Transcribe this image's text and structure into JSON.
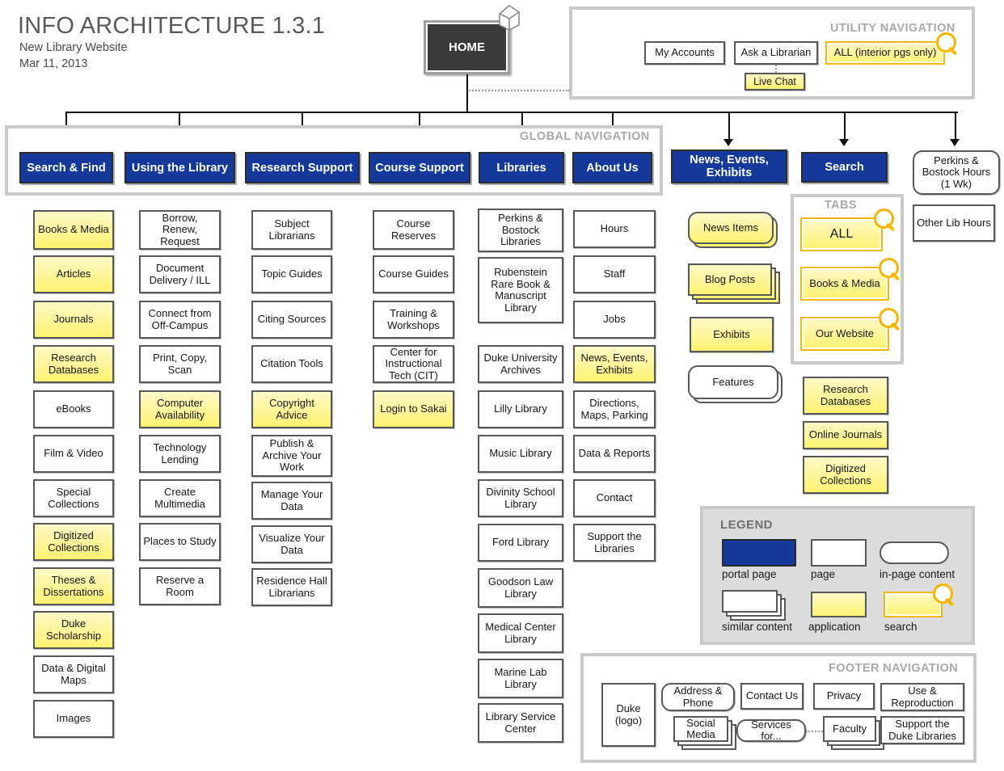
{
  "header": {
    "title": "INFO ARCHITECTURE 1.3.1",
    "subtitle_line1": "New Library Website",
    "subtitle_line2": "Mar 11, 2013",
    "home_label": "HOME",
    "home_icon": "house-icon"
  },
  "utility_navigation": {
    "label": "UTILITY NAVIGATION",
    "items": [
      {
        "label": "My Accounts",
        "type": "page"
      },
      {
        "label": "Ask a Librarian",
        "type": "page"
      },
      {
        "label": "ALL (interior pgs only)",
        "type": "search"
      }
    ],
    "child": {
      "label": "Live Chat",
      "type": "application"
    }
  },
  "global_navigation": {
    "label": "GLOBAL NAVIGATION",
    "items": [
      {
        "label": "Search & Find"
      },
      {
        "label": "Using the Library"
      },
      {
        "label": "Research Support"
      },
      {
        "label": "Course Support"
      },
      {
        "label": "Libraries"
      },
      {
        "label": "About Us"
      }
    ]
  },
  "outside_nav": [
    {
      "label": "News, Events, Exhibits",
      "type": "portal"
    },
    {
      "label": "Search",
      "type": "portal"
    },
    {
      "label": "Perkins & Bostock Hours (1 Wk)",
      "type": "in-page"
    },
    {
      "label": "Other Lib Hours",
      "type": "page"
    }
  ],
  "columns": {
    "search_and_find": [
      {
        "label": "Books & Media",
        "type": "application"
      },
      {
        "label": "Articles",
        "type": "application"
      },
      {
        "label": "Journals",
        "type": "application"
      },
      {
        "label": "Research Databases",
        "type": "application"
      },
      {
        "label": "eBooks",
        "type": "page"
      },
      {
        "label": "Film & Video",
        "type": "page"
      },
      {
        "label": "Special Collections",
        "type": "page"
      },
      {
        "label": "Digitized Collections",
        "type": "application"
      },
      {
        "label": "Theses & Dissertations",
        "type": "application"
      },
      {
        "label": "Duke Scholarship",
        "type": "application"
      },
      {
        "label": "Data & Digital Maps",
        "type": "page"
      },
      {
        "label": "Images",
        "type": "page"
      }
    ],
    "using_the_library": [
      {
        "label": "Borrow, Renew, Request",
        "type": "page"
      },
      {
        "label": "Document Delivery / ILL",
        "type": "page"
      },
      {
        "label": "Connect from Off-Campus",
        "type": "page"
      },
      {
        "label": "Print, Copy, Scan",
        "type": "page"
      },
      {
        "label": "Computer Availability",
        "type": "application"
      },
      {
        "label": "Technology Lending",
        "type": "page"
      },
      {
        "label": "Create Multimedia",
        "type": "page"
      },
      {
        "label": "Places to Study",
        "type": "page"
      },
      {
        "label": "Reserve a Room",
        "type": "page"
      }
    ],
    "research_support": [
      {
        "label": "Subject Librarians",
        "type": "page"
      },
      {
        "label": "Topic Guides",
        "type": "page"
      },
      {
        "label": "Citing Sources",
        "type": "page"
      },
      {
        "label": "Citation Tools",
        "type": "page"
      },
      {
        "label": "Copyright Advice",
        "type": "application"
      },
      {
        "label": "Publish & Archive Your Work",
        "type": "page"
      },
      {
        "label": "Manage Your Data",
        "type": "page"
      },
      {
        "label": "Visualize Your Data",
        "type": "page"
      },
      {
        "label": "Residence Hall Librarians",
        "type": "page"
      }
    ],
    "course_support": [
      {
        "label": "Course Reserves",
        "type": "page"
      },
      {
        "label": "Course Guides",
        "type": "page"
      },
      {
        "label": "Training & Workshops",
        "type": "page"
      },
      {
        "label": "Center for Instructional Tech (CIT)",
        "type": "page"
      },
      {
        "label": "Login to Sakai",
        "type": "application"
      }
    ],
    "libraries": [
      {
        "label": "Perkins & Bostock Libraries",
        "type": "page"
      },
      {
        "label": "Rubenstein Rare Book & Manuscript Library",
        "type": "page"
      },
      {
        "label": "Duke University Archives",
        "type": "page"
      },
      {
        "label": "Lilly Library",
        "type": "page"
      },
      {
        "label": "Music Library",
        "type": "page"
      },
      {
        "label": "Divinity School Library",
        "type": "page"
      },
      {
        "label": "Ford Library",
        "type": "page"
      },
      {
        "label": "Goodson Law Library",
        "type": "page"
      },
      {
        "label": "Medical Center Library",
        "type": "page"
      },
      {
        "label": "Marine Lab Library",
        "type": "page"
      },
      {
        "label": "Library Service Center",
        "type": "page"
      }
    ],
    "about_us": [
      {
        "label": "Hours",
        "type": "page"
      },
      {
        "label": "Staff",
        "type": "page"
      },
      {
        "label": "Jobs",
        "type": "page"
      },
      {
        "label": "News, Events, Exhibits",
        "type": "application"
      },
      {
        "label": "Directions, Maps, Parking",
        "type": "page"
      },
      {
        "label": "Data & Reports",
        "type": "page"
      },
      {
        "label": "Contact",
        "type": "page"
      },
      {
        "label": "Support the Libraries",
        "type": "page"
      }
    ],
    "news_events": [
      {
        "label": "News Items",
        "type": "similar-content-round-application"
      },
      {
        "label": "Blog Posts",
        "type": "similar-content-application"
      },
      {
        "label": "Exhibits",
        "type": "application"
      },
      {
        "label": "Features",
        "type": "similar-content-round-page"
      }
    ],
    "search_results": [
      {
        "label": "Research Databases",
        "type": "application"
      },
      {
        "label": "Online Journals",
        "type": "application"
      },
      {
        "label": "Digitized Collections",
        "type": "application"
      }
    ]
  },
  "tabs_panel": {
    "label": "TABS",
    "items": [
      {
        "label": "ALL"
      },
      {
        "label": "Books & Media"
      },
      {
        "label": "Our Website"
      }
    ]
  },
  "legend": {
    "label": "LEGEND",
    "items": [
      {
        "label": "portal page",
        "swatch": "blue-rect"
      },
      {
        "label": "page",
        "swatch": "white-rect"
      },
      {
        "label": "in-page content",
        "swatch": "white-rounded"
      },
      {
        "label": "similar content",
        "swatch": "stacked-rect"
      },
      {
        "label": "application",
        "swatch": "yellow-rect"
      },
      {
        "label": "search",
        "swatch": "yellow-rect-magnifier"
      }
    ],
    "colors": {
      "portal_page": "#15389b",
      "application": "#fdf26f",
      "search_border": "#f5b70b",
      "node_border": "#57585a",
      "panel_border": "#c9c9c9"
    }
  },
  "footer_navigation": {
    "label": "FOOTER NAVIGATION",
    "items": [
      {
        "label": "Duke (logo)",
        "type": "page"
      },
      {
        "label": "Address & Phone",
        "type": "in-page"
      },
      {
        "label": "Contact Us",
        "type": "page"
      },
      {
        "label": "Privacy",
        "type": "page"
      },
      {
        "label": "Use & Reproduction",
        "type": "page"
      },
      {
        "label": "Social Media",
        "type": "similar-content"
      },
      {
        "label": "Services for...",
        "type": "in-page"
      },
      {
        "label": "Faculty",
        "type": "similar-content"
      },
      {
        "label": "Support the Duke Libraries",
        "type": "page"
      }
    ]
  }
}
